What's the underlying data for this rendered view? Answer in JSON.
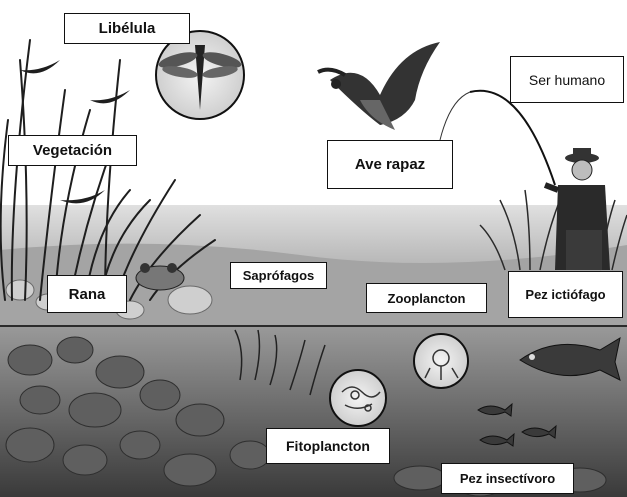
{
  "labels": {
    "libelula": "Libélula",
    "vegetacion": "Vegetación",
    "ave_rapaz": "Ave rapaz",
    "ser_humano": "Ser humano",
    "saprofagos": "Saprófagos",
    "rana": "Rana",
    "zooplancton": "Zooplancton",
    "pez_ictiofago": "Pez ictiófago",
    "fitoplancton": "Fitoplancton",
    "pez_insectivoro": "Pez insectívoro"
  },
  "colors": {
    "sky": "#ffffff",
    "shore": "#b9b9b9",
    "water_top": "#8a8a8a",
    "water_bottom": "#3f3f3f",
    "silhouette": "#1e1e1e"
  }
}
